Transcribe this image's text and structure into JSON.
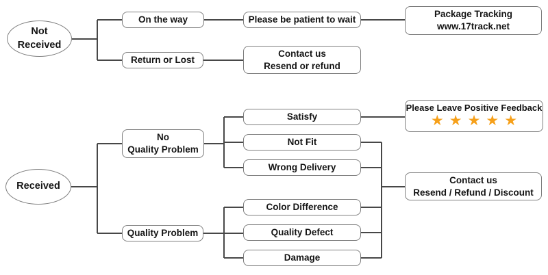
{
  "colors": {
    "star": "#F6A01A",
    "box_border": "#7d7d7d",
    "line": "#474747",
    "text": "#141414",
    "background": "#ffffff"
  },
  "nodes": {
    "not_received": "Not\nReceived",
    "on_the_way": "On the way",
    "please_wait": "Please be patient to wait",
    "package_tracking": "Package Tracking\nwww.17track.net",
    "return_or_lost": "Return or Lost",
    "contact_not_received": "Contact us\nResend or refund",
    "received": "Received",
    "no_quality_problem": "No\nQuality Problem",
    "satisfy": "Satisfy",
    "not_fit": "Not Fit",
    "wrong_delivery": "Wrong Delivery",
    "quality_problem": "Quality Problem",
    "color_difference": "Color Difference",
    "quality_defect": "Quality Defect",
    "damage": "Damage",
    "positive_feedback": {
      "label": "Please Leave Positive Feedback",
      "stars": "★★★★★"
    },
    "contact_received": "Contact us\nResend / Refund / Discount"
  }
}
